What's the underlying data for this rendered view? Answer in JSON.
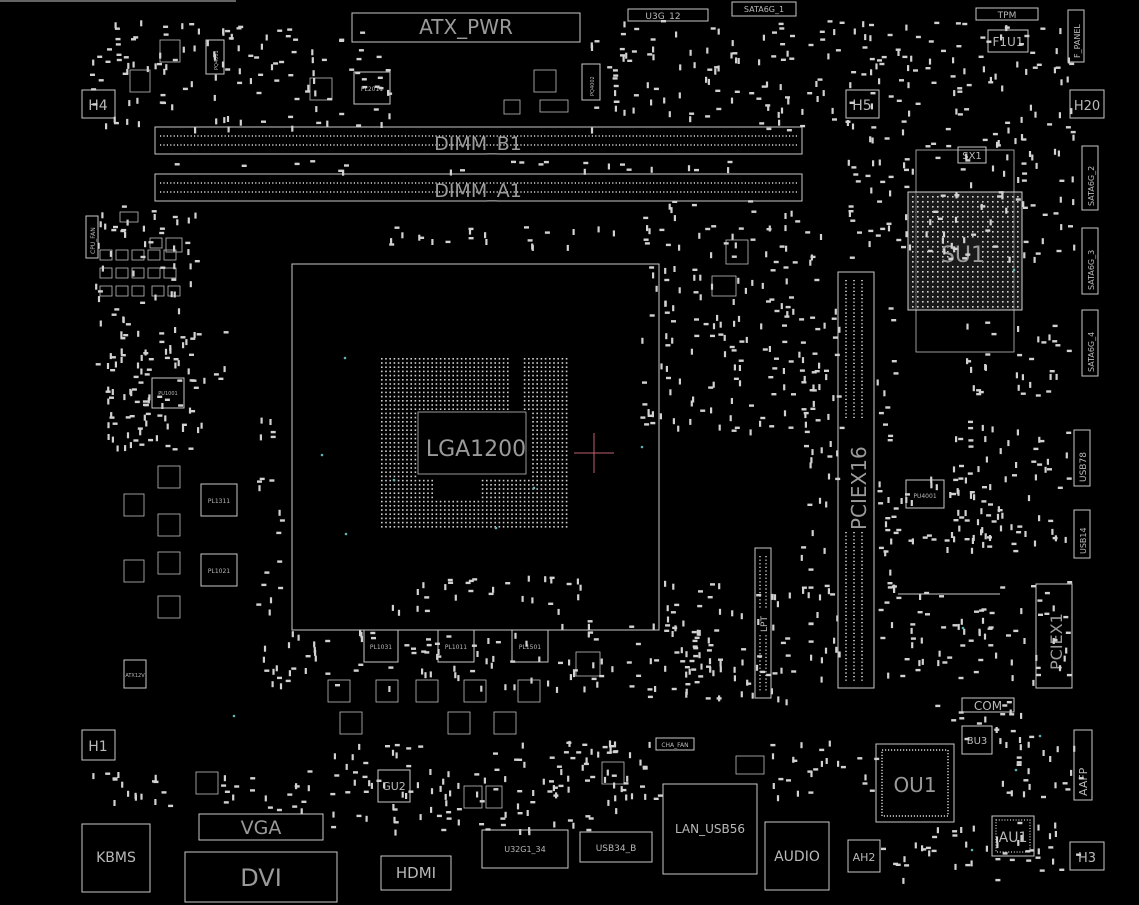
{
  "colors": {
    "background": "#000000",
    "outline": "#c8c8c8",
    "text": "#b9b9b9",
    "cursor": "#c0606f",
    "via": "#5fb3b3"
  },
  "labels": {
    "atx_pwr": "ATX_PWR",
    "u3g2": "U3G_12",
    "sata6g1": "SATA6G_1",
    "tpm": "TPM",
    "f1u1": "F1U1",
    "f_panel": "F_PANEL",
    "h4": "H4",
    "h5": "H5",
    "h20": "H20",
    "h1": "H1",
    "h2": "AH2",
    "h3": "H3",
    "dimm_b1": "DIMM_B1",
    "dimm_a1": "DIMM_A1",
    "cpu_fan": "CPU_FAN",
    "cpu_socket": "LGA1200",
    "pl2011": "PL2011",
    "pq4001": "PQ4001",
    "pq4002": "PQ4002",
    "pu1001": "PU1001",
    "pl1311": "PL1311",
    "pl1021": "PL1021",
    "pl1031": "PL1031",
    "pl1011": "PL1011",
    "pl1501": "PL1501",
    "atx12v": "ATX12V",
    "sx1": "SX1",
    "su1": "SU1",
    "sata6g2": "SATA6G_2",
    "sata6g3": "SATA6G_3",
    "sata6g4": "SATA6G_4",
    "pciex16": "PCIEX16",
    "pciex1": "PCIEX1",
    "lpt": "LPT",
    "usb78": "USB78",
    "usb14": "USB14",
    "pu4001": "PU4001",
    "com": "COM",
    "bu3": "BU3",
    "ou1": "OU1",
    "au1": "AU1",
    "aafp": "AAFP",
    "cha_fan": "CHA_FAN",
    "gu2": "GU2",
    "vga": "VGA",
    "dvi": "DVI",
    "kbms": "KBMS",
    "hdmi": "HDMI",
    "u32g1_34": "U32G1_34",
    "usb34_b": "USB34_B",
    "lan_usb56": "LAN_USB56",
    "audio": "AUDIO"
  }
}
